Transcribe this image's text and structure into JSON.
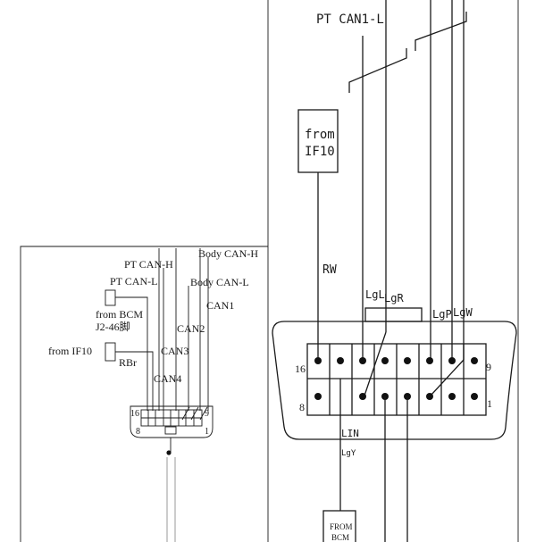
{
  "left_panel": {
    "labels": {
      "body_can_h": "Body CAN-H",
      "pt_can_h": "PT CAN-H",
      "pt_can_l": "PT CAN-L",
      "body_can_l": "Body CAN-L",
      "can1": "CAN1",
      "from_bcm": "from BCM",
      "bcm_pin": "J2-46脚",
      "can2": "CAN2",
      "can3": "CAN3",
      "from_if10": "from IF10",
      "rbr": "RBr",
      "can4": "CAN4"
    },
    "connector": {
      "pin_16": "16",
      "pin_9": "9",
      "pin_8": "8",
      "pin_1": "1"
    }
  },
  "right_panel": {
    "labels": {
      "pt_can1_l": "PT CAN1-L",
      "from_if10_line1": "from",
      "from_if10_line2": "IF10",
      "rw": "RW",
      "lgl": "LgL",
      "lgr": "LgR",
      "lgp": "LgP",
      "lgw": "LgW",
      "lin": "LIN",
      "lgy": "LgY",
      "from_bcm_line1": "FROM",
      "from_bcm_line2": "BCM"
    },
    "connector": {
      "pin_16": "16",
      "pin_9": "9",
      "pin_8": "8",
      "pin_1": "1"
    }
  }
}
